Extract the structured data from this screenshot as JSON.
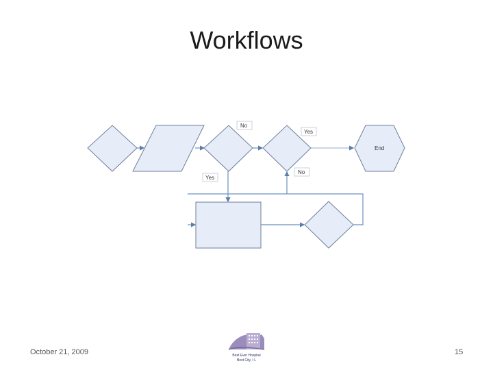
{
  "slide": {
    "title": "Workflows",
    "date": "October 21, 2009",
    "page_number": "15"
  },
  "diagram": {
    "labels": {
      "no_top": "No",
      "yes_right": "Yes",
      "end": "End",
      "no_lower": "No",
      "yes_left": "Yes"
    }
  },
  "logo": {
    "line1": "Best Ever Hospital",
    "line2": "Best City, I L"
  },
  "colors": {
    "shape_fill": "#e6edf8",
    "shape_stroke": "#6f7f99",
    "connector": "#5a7fae",
    "logo_purple": "#8877aa"
  }
}
